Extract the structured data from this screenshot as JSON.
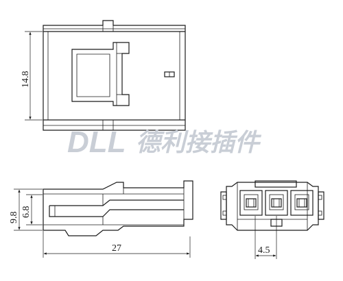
{
  "watermark": {
    "latin": "DLL",
    "chinese": "德利接插件",
    "color": "#c9ced6"
  },
  "dimensions": {
    "height_top_view": "14.8",
    "total_height_side": "9.8",
    "inner_height_side": "6.8",
    "length_side": "27",
    "pitch_front": "4.5"
  },
  "colors": {
    "line": "#1a1a1a",
    "background": "#ffffff"
  }
}
